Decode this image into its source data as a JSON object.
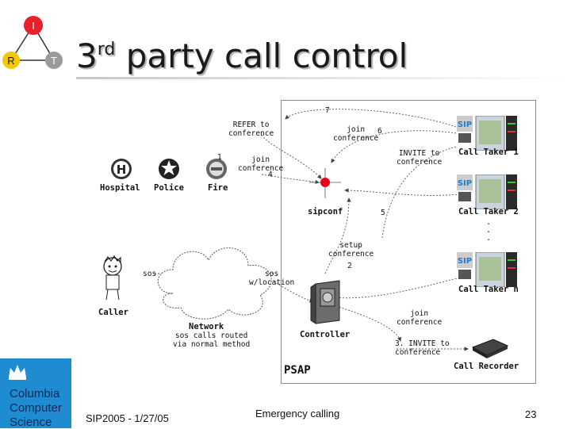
{
  "header": {
    "title_num": "3",
    "title_sup": "rd",
    "title_rest": " party call control",
    "logo": {
      "top": "I",
      "left": "R",
      "right": "T"
    }
  },
  "diagram": {
    "label_refer": "REFER to\nconference",
    "label_join_top": "join\nconference",
    "label_seven": "7",
    "label_six": "6",
    "label_invite1": "INVITE to\nconference",
    "label_call_taker_1": "Call Taker 1",
    "label_join_fire": "join\nconference",
    "label_four": "4",
    "label_one": "1",
    "label_hospital": "Hospital",
    "label_police": "Police",
    "label_fire": "Fire",
    "label_sipconf": "sipconf",
    "label_five": "5",
    "label_call_taker_2": "Call Taker 2",
    "label_setup": "setup\nconference",
    "label_two": "2",
    "label_sos": "sos",
    "label_sos_loc": "sos\nw/location",
    "label_call_taker_n": "Call Taker n",
    "label_caller": "Caller",
    "label_network": "Network",
    "label_sos_routed": "sos calls routed\nvia normal method",
    "label_controller": "Controller",
    "label_join_bottom": "join\nconference",
    "label_invite3": "3. INVITE to\nconference",
    "label_psap": "PSAP",
    "label_call_recorder": "Call Recorder",
    "label_sip": "SIP",
    "icon_letter_h": "H"
  },
  "footer": {
    "logo_lines": [
      "Columbia",
      "Computer",
      "Science"
    ],
    "left": "SIP2005 - 1/27/05",
    "center": "Emergency calling",
    "page": "23"
  },
  "colors": {
    "red_node": "#e8001c",
    "logo_top": "#e8212a",
    "logo_left": "#f6c800",
    "logo_right": "#9a9a9a",
    "cu_blue": "#1f8bd1"
  }
}
